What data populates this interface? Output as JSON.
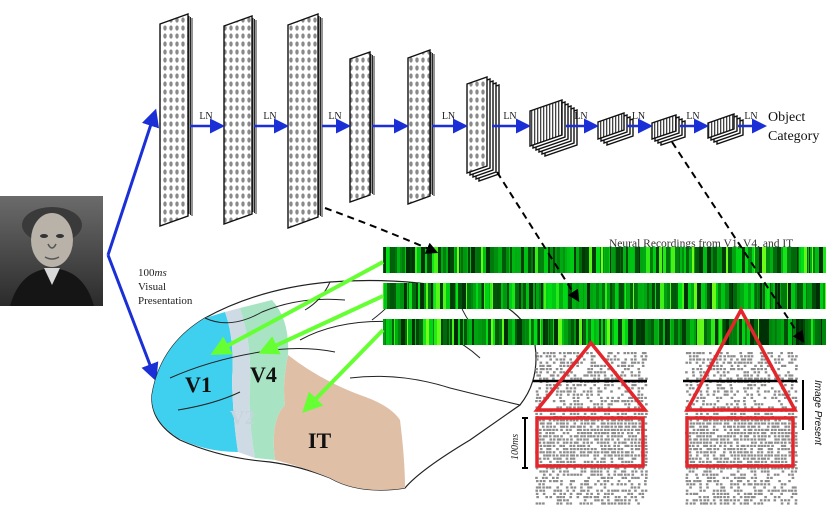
{
  "network": {
    "ln_label": "LN",
    "output_line1": "Object",
    "output_line2": "Category"
  },
  "stimulus": {
    "time_value": "100",
    "time_unit": "ms",
    "line2": "Visual",
    "line3": "Presentation"
  },
  "recordings": {
    "title": "Neural Recordings from V1, V4, and IT"
  },
  "brain": {
    "v1": "V1",
    "v2": "V2",
    "v4": "V4",
    "it": "IT"
  },
  "raster": {
    "scale_label": "100ms",
    "image_present": "Image Present"
  },
  "colors": {
    "arrow_blue": "#1a2fd6",
    "arrow_green": "#66ff33",
    "v1_fill": "#3fd0f0",
    "v2_fill": "#cfdbe4",
    "v4_fill": "#a8e4c4",
    "it_fill": "#dfbfa6",
    "box_red": "#e3262b"
  }
}
